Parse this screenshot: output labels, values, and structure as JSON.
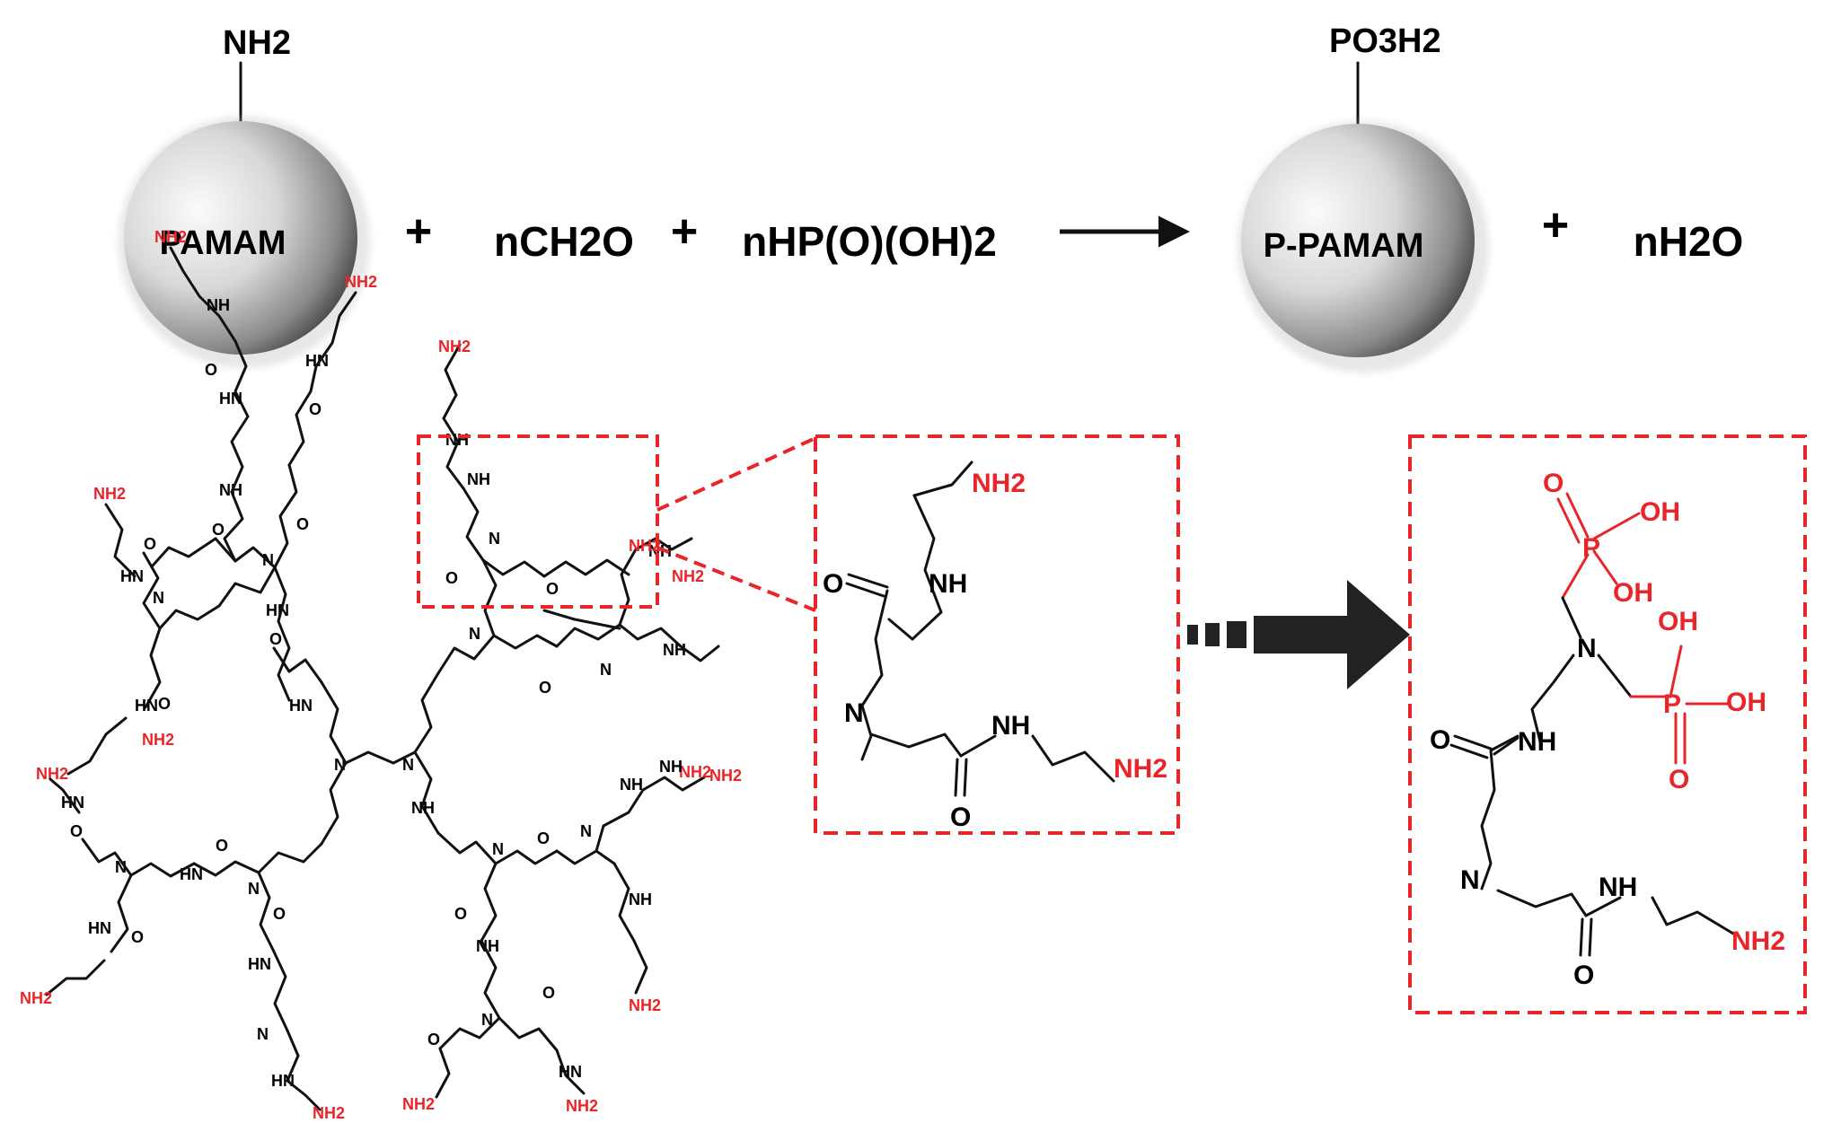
{
  "equation": {
    "core_left": "PAMAM",
    "core_left_group": "NH2",
    "plus_1": "+",
    "reagent_1": "nCH2O",
    "plus_2": "+",
    "reagent_2": "nHP(O)(OH)2",
    "core_right": "P-PAMAM",
    "core_right_group": "PO3H2",
    "plus_3": "+",
    "product_2": "nH2O"
  },
  "dendrimer": {
    "amine_label": "NH2",
    "amide_nh_label": "NH",
    "carbonyl_label": "O",
    "tertiary_n_label": "N"
  },
  "zoom_box": {
    "terminal_top": "NH2",
    "amide_nh_top": "NH",
    "carbonyl_top": "O",
    "tertiary_n": "N",
    "amide_nh_bottom": "NH",
    "carbonyl_bottom": "O",
    "terminal_bottom": "NH2"
  },
  "product_box": {
    "p_top_o": "O",
    "p_top_oh_1": "OH",
    "p_top_oh_2": "OH",
    "p_top": "P",
    "tertiary_n_top": "N",
    "p_right": "P",
    "p_right_oh_1": "OH",
    "p_right_oh_2": "OH",
    "p_right_o": "O",
    "carbonyl_top": "O",
    "amide_nh_top": "NH",
    "tertiary_n": "N",
    "amide_nh_bottom": "NH",
    "carbonyl_bottom": "O",
    "terminal_bottom": "NH2"
  },
  "colors": {
    "highlight": "#e8262a",
    "ink": "#111111",
    "sphere_light": "#f2f2f2",
    "sphere_dark": "#4a4a4a"
  }
}
